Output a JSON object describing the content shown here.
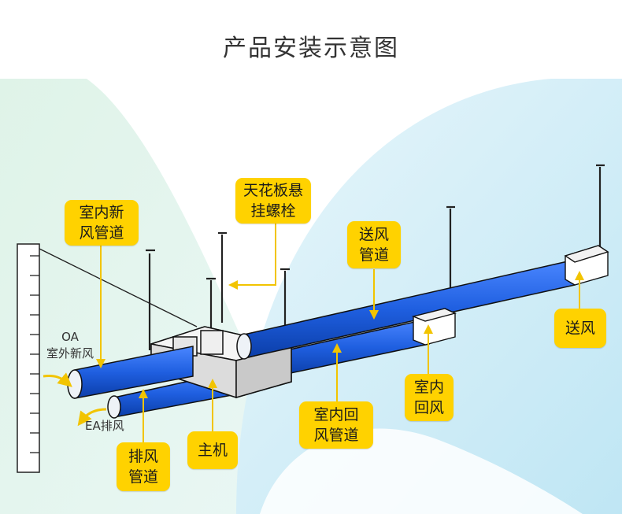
{
  "title": "产品安装示意图",
  "labels": {
    "indoor_fresh_duct": "室内新\n风管道",
    "ceiling_bolt": "天花板悬\n挂螺栓",
    "supply_duct": "送风\n管道",
    "supply_air": "送风",
    "indoor_return": "室内\n回风",
    "indoor_return_duct": "室内回\n风管道",
    "main_unit": "主机",
    "exhaust_duct": "排风\n管道",
    "oa": "OA\n室外新风",
    "ea": "EA排风"
  },
  "colors": {
    "callout": "#ffd200",
    "duct": "#1f5fe0",
    "leader": "#f2c400",
    "bg_green": "#d6efe3",
    "bg_blue": "#cdeaf5"
  }
}
